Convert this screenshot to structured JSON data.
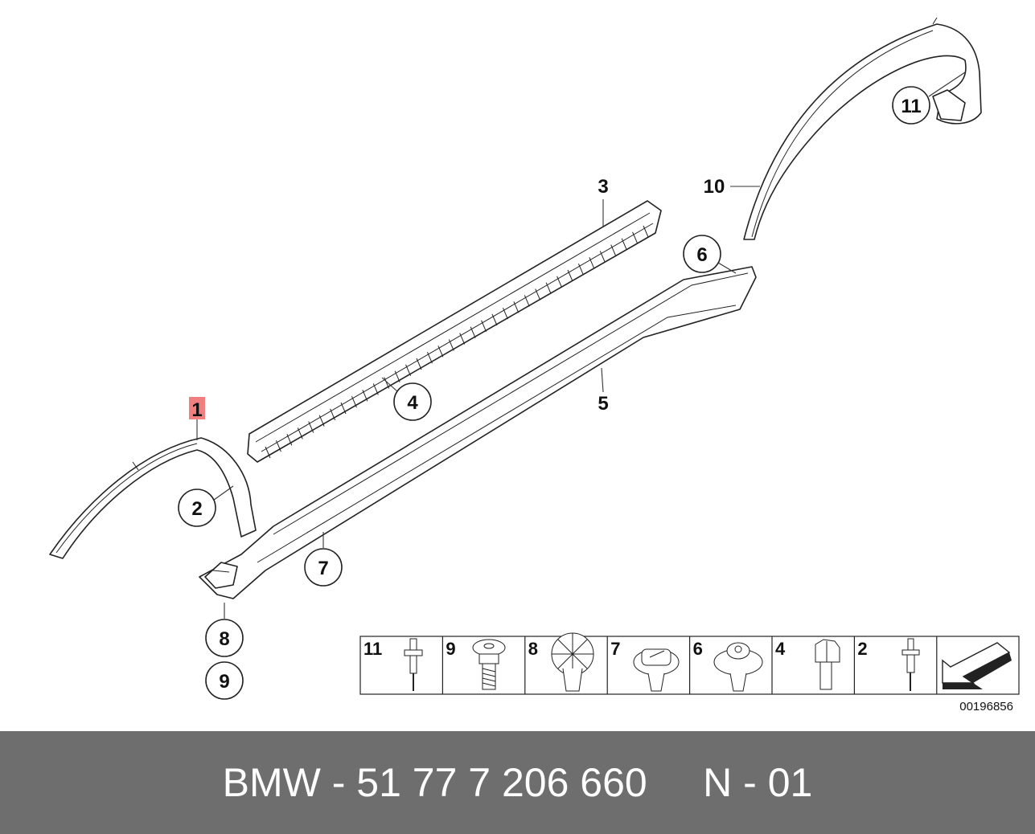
{
  "diagram": {
    "callouts": {
      "c1": "1",
      "c2": "2",
      "c3": "3",
      "c4": "4",
      "c5": "5",
      "c6": "6",
      "c7": "7",
      "c8": "8",
      "c9": "9",
      "c10": "10",
      "c11": "11"
    },
    "highlight_color": "#f08080",
    "legend": {
      "items": [
        "11",
        "9",
        "8",
        "7",
        "6",
        "4",
        "2"
      ]
    },
    "reference_number": "00196856"
  },
  "footer": {
    "text": "BMW - 51 77 7 206 660     N - 01",
    "background": "#6e6e6e"
  }
}
